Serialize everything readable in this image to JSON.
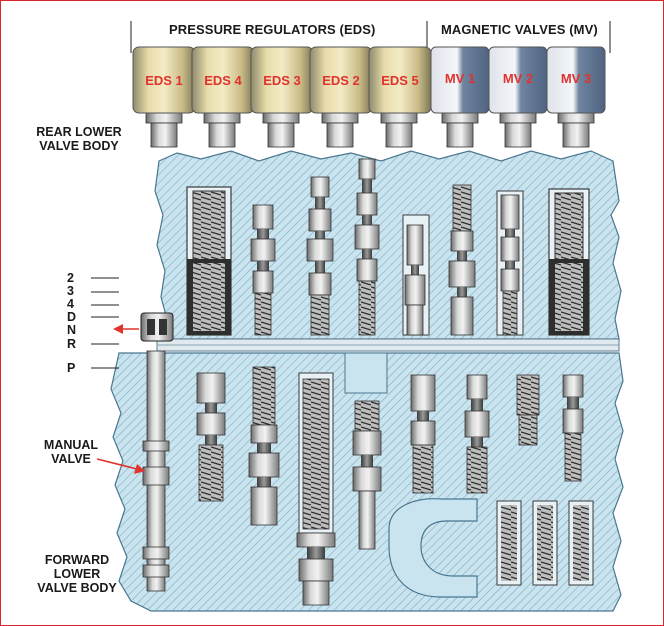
{
  "headers": {
    "eds": "PRESSURE REGULATORS (EDS)",
    "mv": "MAGNETIC VALVES (MV)"
  },
  "solenoids": {
    "eds": [
      "EDS 1",
      "EDS 4",
      "EDS 3",
      "EDS 2",
      "EDS 5"
    ],
    "mv": [
      "MV 1",
      "MV 2",
      "MV 3"
    ]
  },
  "labels": {
    "rear_line1": "REAR LOWER",
    "rear_line2": "VALVE BODY",
    "manual_line1": "MANUAL",
    "manual_line2": "VALVE",
    "forward_line1": "FORWARD",
    "forward_line2": "LOWER",
    "forward_line3": "VALVE BODY"
  },
  "positions": [
    "2",
    "3",
    "4",
    "D",
    "N",
    "R",
    "P"
  ],
  "colors": {
    "frame": "#d8262c",
    "body": "#c9e4ee",
    "hatch": "#5a8aa4",
    "arrow": "#e0332e",
    "eds_solenoid": "#d6c78e",
    "mv_solenoid": "#7f93ad",
    "solenoid_text": "#e0332e"
  }
}
